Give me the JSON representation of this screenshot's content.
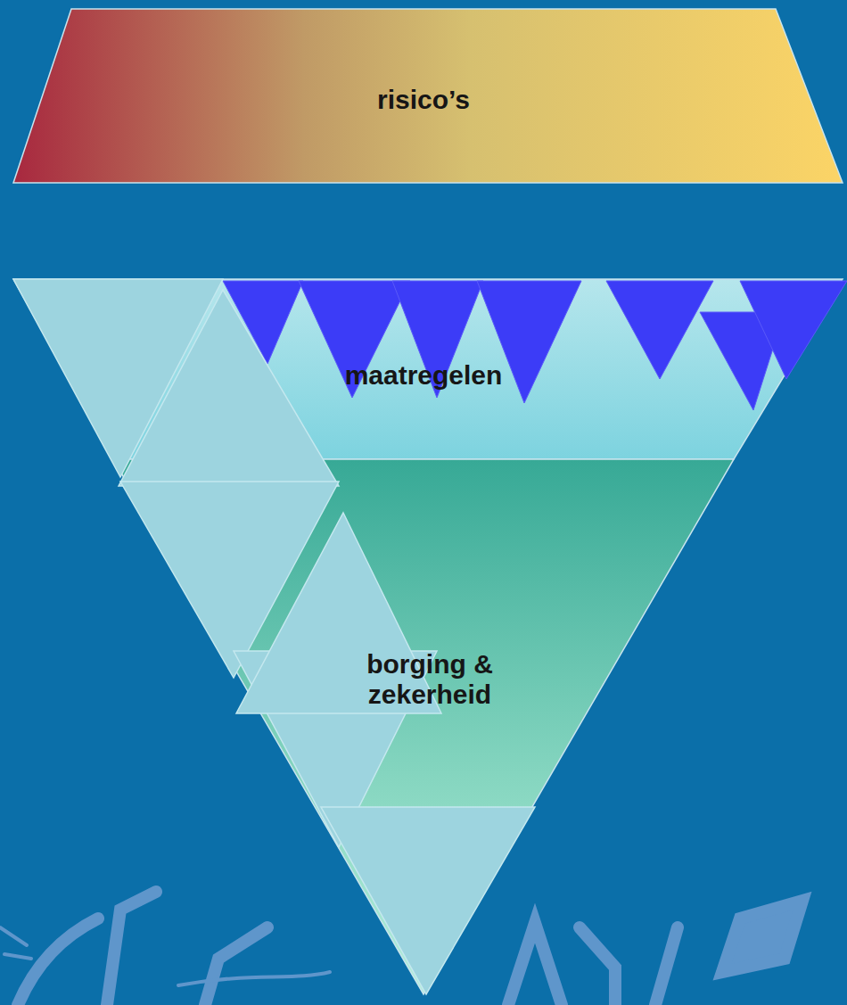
{
  "diagram": {
    "nodes": [
      {
        "text": [
          "risico’s"
        ]
      },
      {
        "text": [
          "maatregelen"
        ]
      },
      {
        "text": [
          "borging & zekerheid"
        ]
      }
    ]
  }
}
